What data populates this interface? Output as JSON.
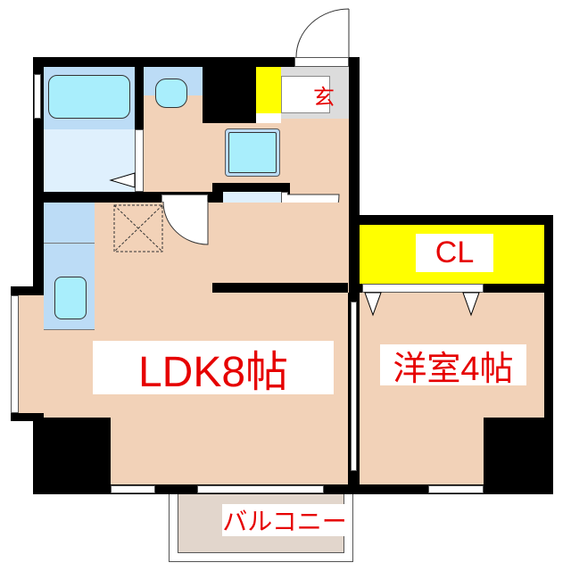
{
  "floor_plan": {
    "layout": "1LDK",
    "rooms": {
      "entrance": {
        "label": "玄"
      },
      "closet": {
        "label": "CL"
      },
      "ldk": {
        "label": "LDK8帖"
      },
      "western_room": {
        "label": "洋室4帖"
      },
      "balcony": {
        "label": "バルコニー"
      }
    },
    "fixtures": [
      "bathtub",
      "washbasin",
      "washing-machine-pan",
      "toilet",
      "kitchen-sink",
      "shoe-cabinet",
      "refrigerator-space"
    ],
    "colors": {
      "wall": "#000000",
      "floor": "#f2d2b8",
      "wet_area": "#bcdcf6",
      "fixture": "#a9eefc",
      "closet": "#ffff00",
      "balcony": "#e2d6cc",
      "label_text": "#e60000"
    }
  }
}
